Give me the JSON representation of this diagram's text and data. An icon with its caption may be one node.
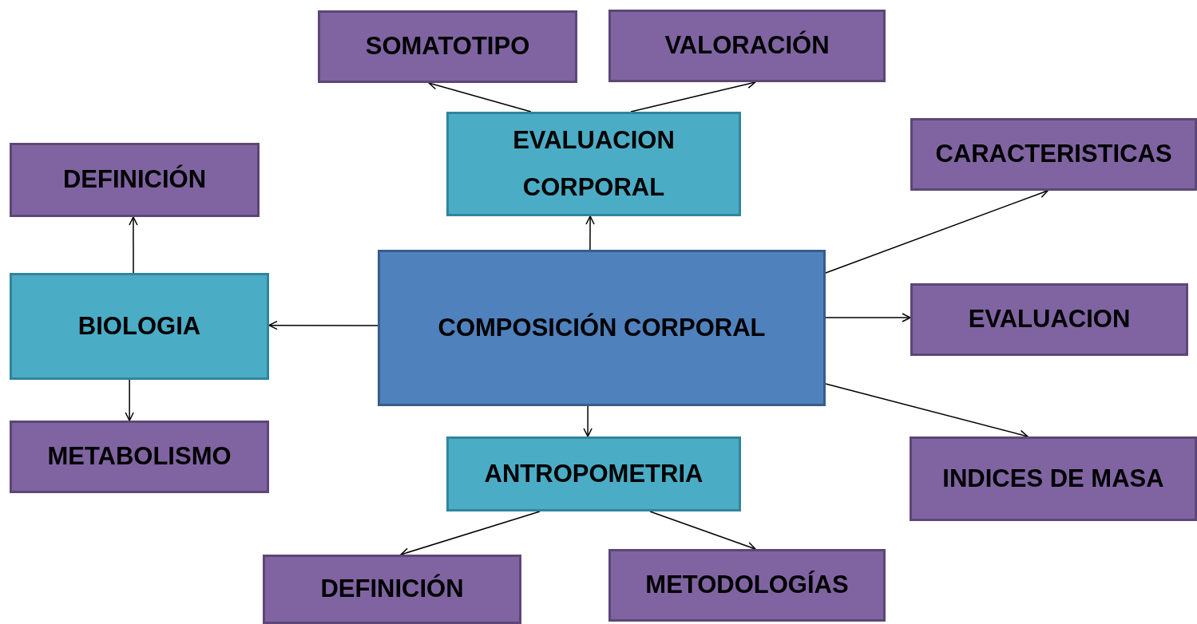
{
  "diagram": {
    "nodes": [
      {
        "text": [
          "COMPOSICIÓN CORPORAL"
        ]
      },
      {
        "text": [
          "EVALUACION CORPORAL"
        ]
      },
      {
        "text": [
          "SOMATOTIPO"
        ]
      },
      {
        "text": [
          "VALORACIÓN"
        ]
      },
      {
        "text": [
          "BIOLOGIA"
        ]
      },
      {
        "text": [
          "DEFINICIÓN"
        ]
      },
      {
        "text": [
          "METABOLISMO"
        ]
      },
      {
        "text": [
          "CARACTERISTICAS"
        ]
      },
      {
        "text": [
          "EVALUACION"
        ]
      },
      {
        "text": [
          "INDICES DE MASA"
        ]
      },
      {
        "text": [
          "ANTROPOMETRIA"
        ]
      },
      {
        "text": [
          "DEFINICIÓN"
        ]
      },
      {
        "text": [
          "METODOLOGÍAS"
        ]
      }
    ],
    "edges": [
      {
        "from": 0,
        "to": 1,
        "arrow": "to"
      },
      {
        "from": 1,
        "to": 2,
        "arrow": "to"
      },
      {
        "from": 1,
        "to": 3,
        "arrow": "to"
      },
      {
        "from": 0,
        "to": 4,
        "arrow": "to"
      },
      {
        "from": 4,
        "to": 5,
        "arrow": "to"
      },
      {
        "from": 4,
        "to": 6,
        "arrow": "to"
      },
      {
        "from": 0,
        "to": 7,
        "arrow": "to"
      },
      {
        "from": 0,
        "to": 8,
        "arrow": "to"
      },
      {
        "from": 0,
        "to": 9,
        "arrow": "to"
      },
      {
        "from": 0,
        "to": 10,
        "arrow": "to"
      },
      {
        "from": 10,
        "to": 11,
        "arrow": "to"
      },
      {
        "from": 10,
        "to": 12,
        "arrow": "to"
      }
    ]
  }
}
